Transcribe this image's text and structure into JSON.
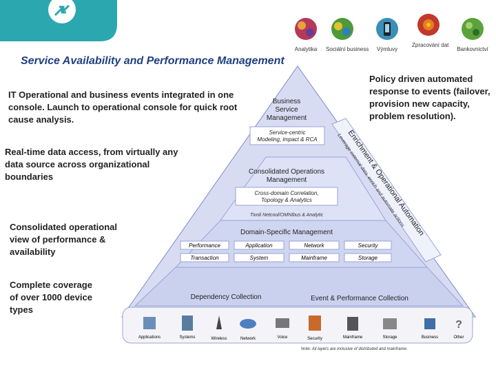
{
  "title": "Service Availability and Performance Management",
  "notes": {
    "it_ops": "IT Operational and business events integrated in one console.  Launch to operational console for quick root cause analysis.",
    "realtime": "Real-time data access, from virtually any data source across organizational boundaries",
    "consolidated": "Consolidated operational view of performance & availability",
    "complete": "Complete coverage of over 1000 device types",
    "policy": "Policy driven automated response to events (failover, provision new capacity, problem resolution)."
  },
  "top_icons": [
    {
      "label": "Analytika",
      "color": "#b5395a",
      "icon": "analytics-icon"
    },
    {
      "label": "Sociální business",
      "color": "#4d9a3a",
      "icon": "social-business-icon"
    },
    {
      "label": "Výmluvy",
      "color": "#222222",
      "icon": "mobile-icon"
    },
    {
      "label": "Zpracování dat",
      "color": "#c0392b",
      "icon": "data-processing-icon"
    },
    {
      "label": "Bankovnictví",
      "color": "#5aa33a",
      "icon": "banking-icon"
    }
  ],
  "pyramid": {
    "bsm": {
      "line1": "Business",
      "line2": "Service",
      "line3": "Management",
      "sub1": "Service-centric",
      "sub2": "Modeling, impact & RCA"
    },
    "com": {
      "line1": "Consolidated Operations",
      "line2": "Management",
      "sub1": "Cross-domain Correlation,",
      "sub2": "Topology & Analytics",
      "footer": "Tivoli Netcool/OMNIbus & Analytic"
    },
    "dsm": {
      "title": "Domain-Specific Management",
      "row1": [
        "Performance",
        "Application",
        "Network",
        "Security"
      ],
      "row2": [
        "Transaction",
        "System",
        "Mainframe",
        "Storage"
      ]
    },
    "dep": {
      "left": "Dependency Collection",
      "right": "Event & Performance Collection"
    },
    "side": {
      "line1": "Enrichment & Operational Automation",
      "line2": "Leverage external data, enrich and automate actions"
    }
  },
  "devices": [
    "Applications",
    "Systems",
    "Wireless",
    "Network",
    "Voice",
    "Security",
    "Mainframe",
    "Storage",
    "Business",
    "Other"
  ],
  "footnote": "Note: All layers are inclusive of distributed and mainframe.",
  "colors": {
    "title": "#1f3f7f",
    "pyramid_band": "#c9d1ef",
    "pyramid_mid": "#dde2f6"
  }
}
